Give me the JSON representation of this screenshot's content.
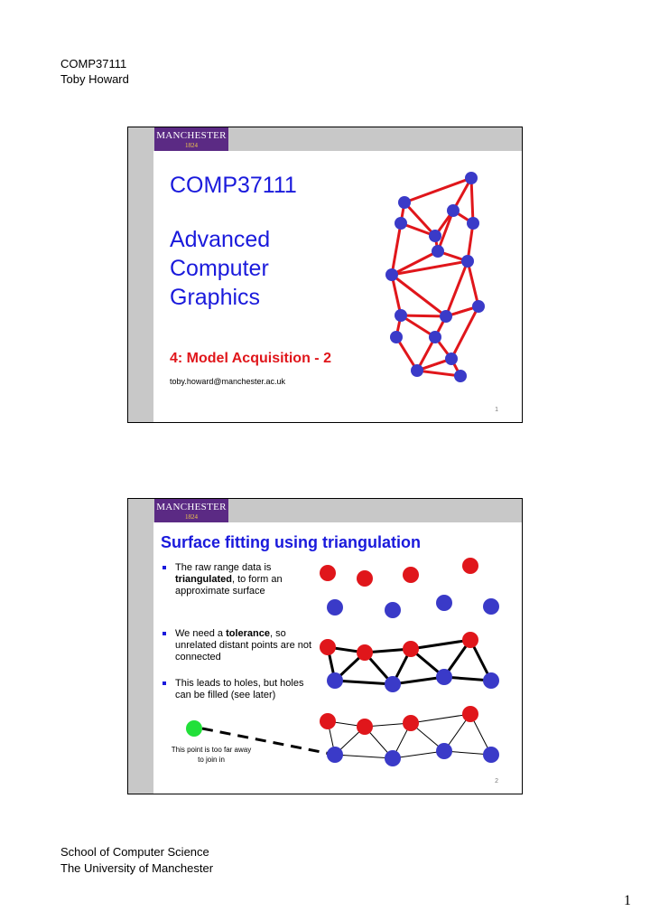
{
  "header": {
    "course": "COMP37111",
    "author": "Toby Howard"
  },
  "logo": {
    "name": "MANCHESTER",
    "year": "1824"
  },
  "slide1": {
    "course": "COMP37111",
    "title_lines": [
      "Advanced",
      "Computer",
      "Graphics"
    ],
    "subtitle": "4: Model Acquisition - 2",
    "email": "toby.howard@manchester.ac.uk",
    "slide_number": "1"
  },
  "slide2": {
    "title": "Surface fitting using triangulation",
    "bullet1": {
      "pre": "The raw range data is ",
      "bold": "triangulated",
      "post": ", to form an approximate surface"
    },
    "bullet2": {
      "pre": "We need a ",
      "bold": "tolerance",
      "post": ", so unrelated distant points are not connected"
    },
    "bullet3": "This leads to holes, but holes can be filled (see later)",
    "note": "This point is too far away to join in",
    "slide_number": "2"
  },
  "colors": {
    "accent_red": "#e0161b",
    "accent_blue": "#1a1adc",
    "point_blue": "#3a3ac8",
    "point_green": "#22e03a",
    "logo_purple": "#5b2a84"
  },
  "footer": {
    "school": "School of Computer Science",
    "university": "The University of Manchester"
  },
  "page_number": "1"
}
